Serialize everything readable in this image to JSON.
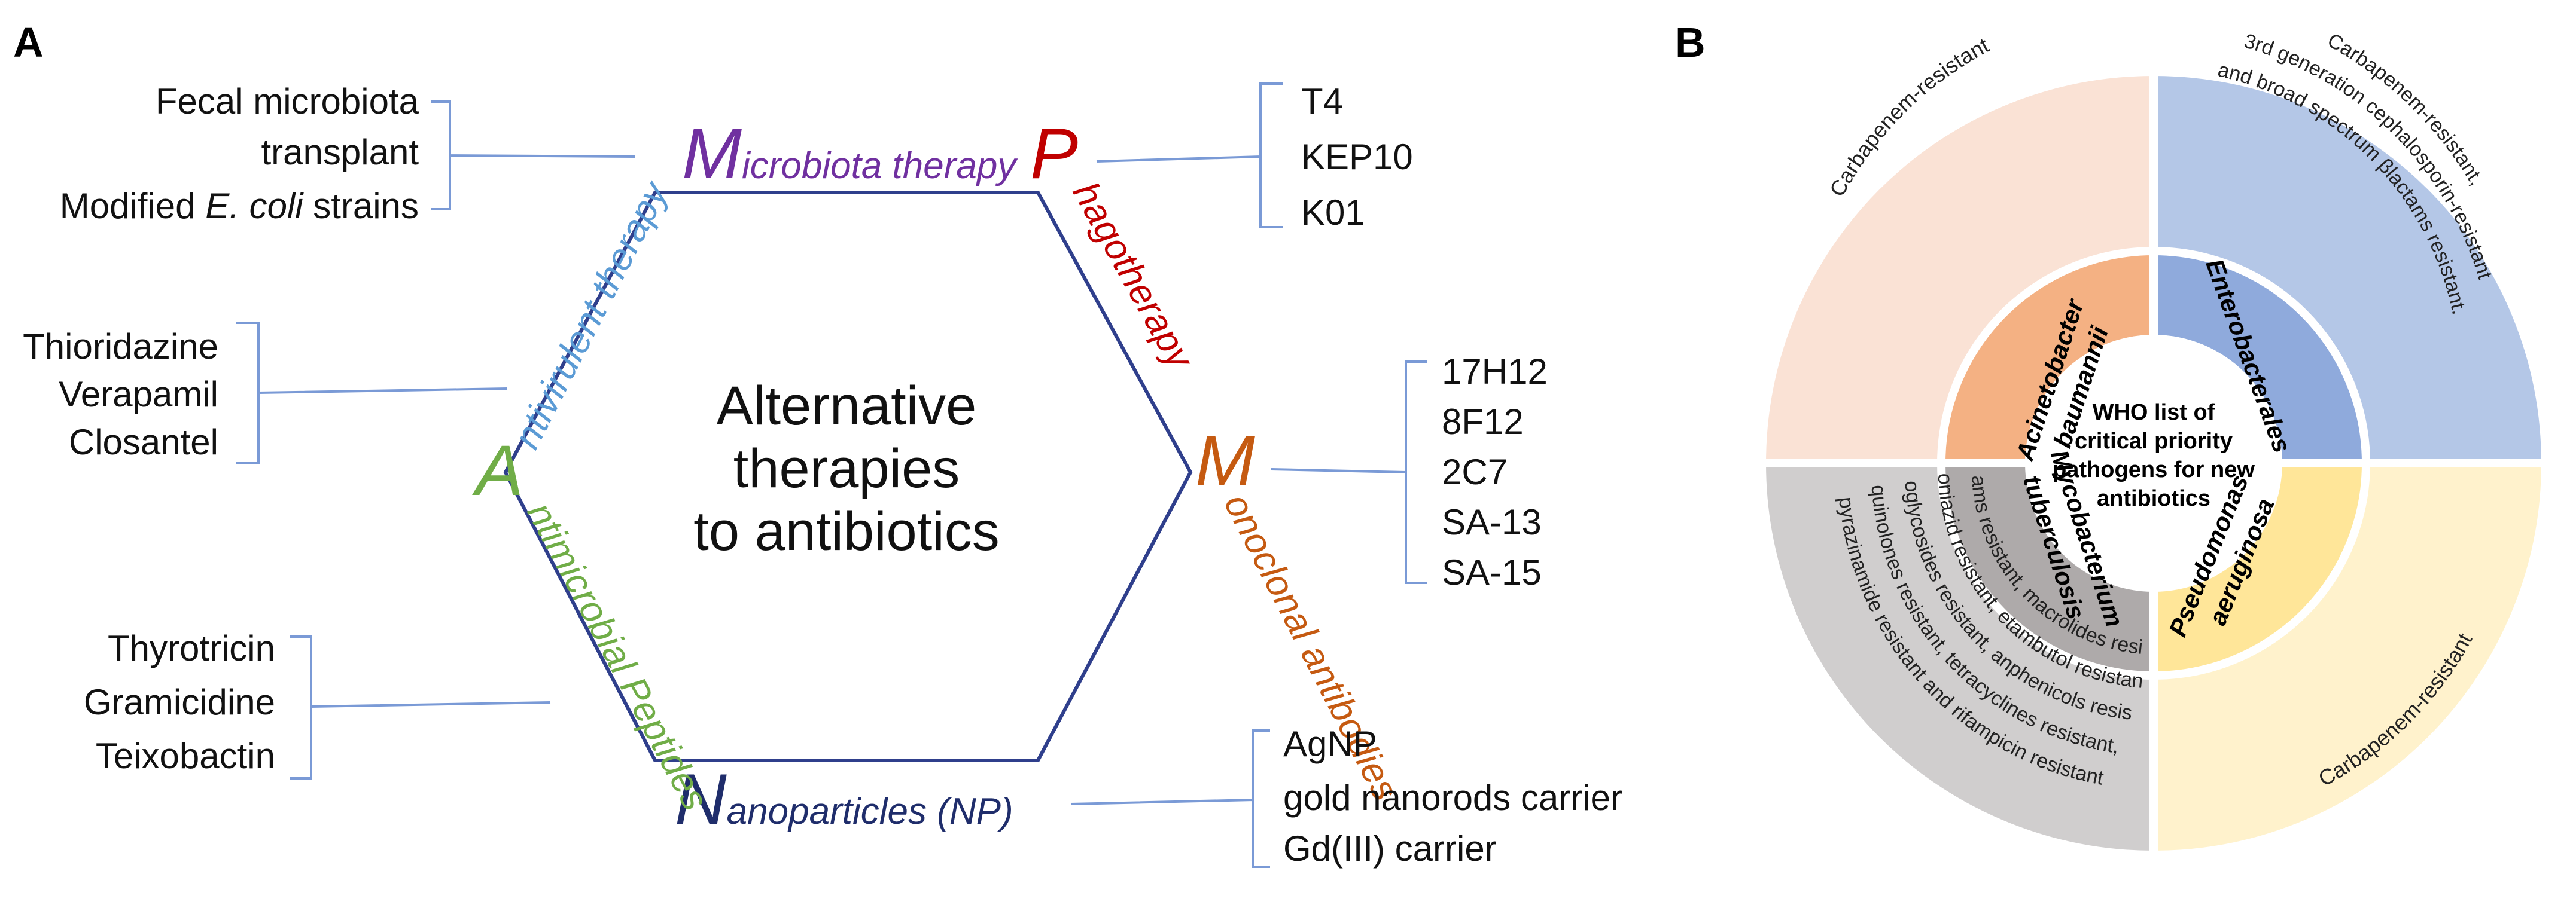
{
  "panel_labels": {
    "a": "A",
    "b": "B"
  },
  "colors": {
    "hexagon": "#2f3f8c",
    "bracket": "#7a9ad6",
    "microbiota": "#7030a0",
    "phago": "#c00000",
    "mono": "#c55a11",
    "nano": "#1f2d6b",
    "antimicrobial": "#70ad47",
    "antivirulent": "#5b9bd5",
    "q_acineto_outer": "#fae2d5",
    "q_acineto_inner": "#f4b183",
    "q_entero_outer": "#b4c7e7",
    "q_entero_inner": "#8faadc",
    "q_myco_outer": "#d0cece",
    "q_myco_inner": "#aeaaaa",
    "q_pseudo_outer": "#fff2cc",
    "q_pseudo_inner": "#ffe699"
  },
  "panel_a": {
    "center_title": [
      "Alternative",
      "therapies",
      "to antibiotics"
    ],
    "therapies": {
      "microbiota": {
        "initial": "M",
        "rest": "icrobiota therapy"
      },
      "phago": {
        "initial": "P",
        "rest": "hagotherapy"
      },
      "mono": {
        "initial": "M",
        "rest": "onoclonal antibodies"
      },
      "nano": {
        "initial": "N",
        "rest": "anoparticles (NP)"
      },
      "antimicrobial": {
        "initial": "A",
        "rest": "ntimicrobial Peptides"
      },
      "antivirulent": {
        "rest": "ntivirulent therapy"
      }
    },
    "examples": {
      "microbiota": {
        "line1": "Fecal microbiota",
        "line2": "transplant",
        "line3_prefix": "Modified ",
        "line3_italic": "E. coli",
        "line3_suffix": " strains"
      },
      "phago": [
        "T4",
        "KEP10",
        "K01"
      ],
      "antivirulent": [
        "Thioridazine",
        "Verapamil",
        "Closantel"
      ],
      "mono": [
        "17H12",
        "8F12",
        "2C7",
        "SA-13",
        "SA-15"
      ],
      "antimicrobial": [
        "Thyrotricin",
        "Gramicidine",
        "Teixobactin"
      ],
      "nano": [
        "AgNP",
        "gold nanorods carrier",
        "Gd(III) carrier"
      ]
    }
  },
  "panel_b": {
    "center_text": [
      "WHO list of",
      "critical priority",
      "pathogens for new",
      "antibiotics"
    ],
    "acinetobacter": {
      "name": [
        "Acinetobacter",
        "baumannii"
      ],
      "resistance": "Carbapenem-resistant"
    },
    "enterobacterales": {
      "name": "Enterobacterales",
      "resistance": [
        "Carbapenem-resistant,",
        "3rd generation cephalosporin-resistant",
        "and broad spectrum βlactams resistant."
      ]
    },
    "mycobacterium": {
      "name": [
        "Mycobacterium",
        "tuberculosis"
      ],
      "resistance": [
        "β-lactams resistant, macrolides resistant,",
        "isoniazid resistant, etambutol resistant,",
        "aminoglycosides resistant, anphenicols resistant,",
        "quinolones resistant, tetracyclines resistant,",
        "pyrazinamide resistant and rifampicin resistant"
      ]
    },
    "pseudomonas": {
      "name": [
        "Pseudomonas",
        "aeruginosa"
      ],
      "resistance": "Carbapenem-resistant"
    }
  }
}
